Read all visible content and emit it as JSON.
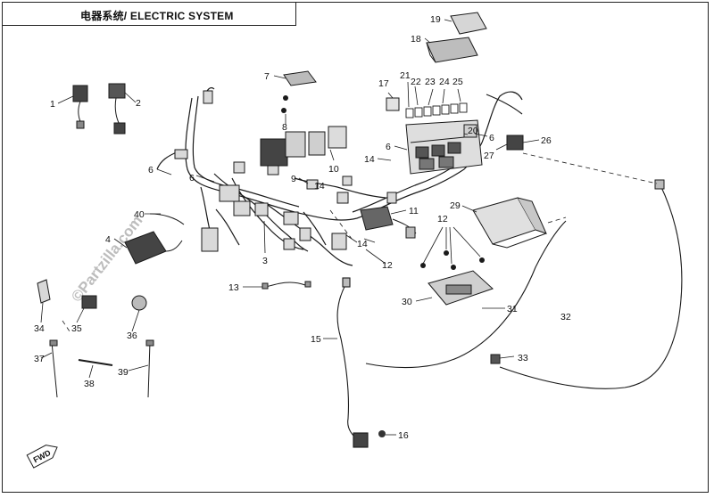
{
  "title": "电器系统/ ELECTRIC SYSTEM",
  "watermark": "©Partzilla.com",
  "fwd_label": "FWD",
  "colors": {
    "line": "#1a1a1a",
    "part_fill": "#e6e6e6",
    "part_dark": "#333333",
    "watermark": "#bdbdbd"
  },
  "callouts": [
    {
      "id": "c1",
      "label": "1"
    },
    {
      "id": "c2",
      "label": "2"
    },
    {
      "id": "c3",
      "label": "3"
    },
    {
      "id": "c4",
      "label": "4"
    },
    {
      "id": "c6a",
      "label": "6"
    },
    {
      "id": "c6b",
      "label": "6"
    },
    {
      "id": "c6c",
      "label": "6"
    },
    {
      "id": "c6d",
      "label": "6"
    },
    {
      "id": "c7",
      "label": "7"
    },
    {
      "id": "c8",
      "label": "8"
    },
    {
      "id": "c9",
      "label": "9"
    },
    {
      "id": "c10",
      "label": "10"
    },
    {
      "id": "c11",
      "label": "11"
    },
    {
      "id": "c12a",
      "label": "12"
    },
    {
      "id": "c12b",
      "label": "12"
    },
    {
      "id": "c13",
      "label": "13"
    },
    {
      "id": "c14a",
      "label": "14"
    },
    {
      "id": "c14b",
      "label": "14"
    },
    {
      "id": "c14c",
      "label": "14"
    },
    {
      "id": "c15",
      "label": "15"
    },
    {
      "id": "c16",
      "label": "16"
    },
    {
      "id": "c17",
      "label": "17"
    },
    {
      "id": "c18",
      "label": "18"
    },
    {
      "id": "c19",
      "label": "19"
    },
    {
      "id": "c20",
      "label": "20"
    },
    {
      "id": "c21",
      "label": "21"
    },
    {
      "id": "c22",
      "label": "22"
    },
    {
      "id": "c23",
      "label": "23"
    },
    {
      "id": "c24",
      "label": "24"
    },
    {
      "id": "c25",
      "label": "25"
    },
    {
      "id": "c26",
      "label": "26"
    },
    {
      "id": "c27",
      "label": "27"
    },
    {
      "id": "c29",
      "label": "29"
    },
    {
      "id": "c30",
      "label": "30"
    },
    {
      "id": "c31",
      "label": "31"
    },
    {
      "id": "c32",
      "label": "32"
    },
    {
      "id": "c33",
      "label": "33"
    },
    {
      "id": "c34",
      "label": "34"
    },
    {
      "id": "c35",
      "label": "35"
    },
    {
      "id": "c36",
      "label": "36"
    },
    {
      "id": "c37",
      "label": "37"
    },
    {
      "id": "c38",
      "label": "38"
    },
    {
      "id": "c39",
      "label": "39"
    },
    {
      "id": "c40",
      "label": "40"
    }
  ]
}
